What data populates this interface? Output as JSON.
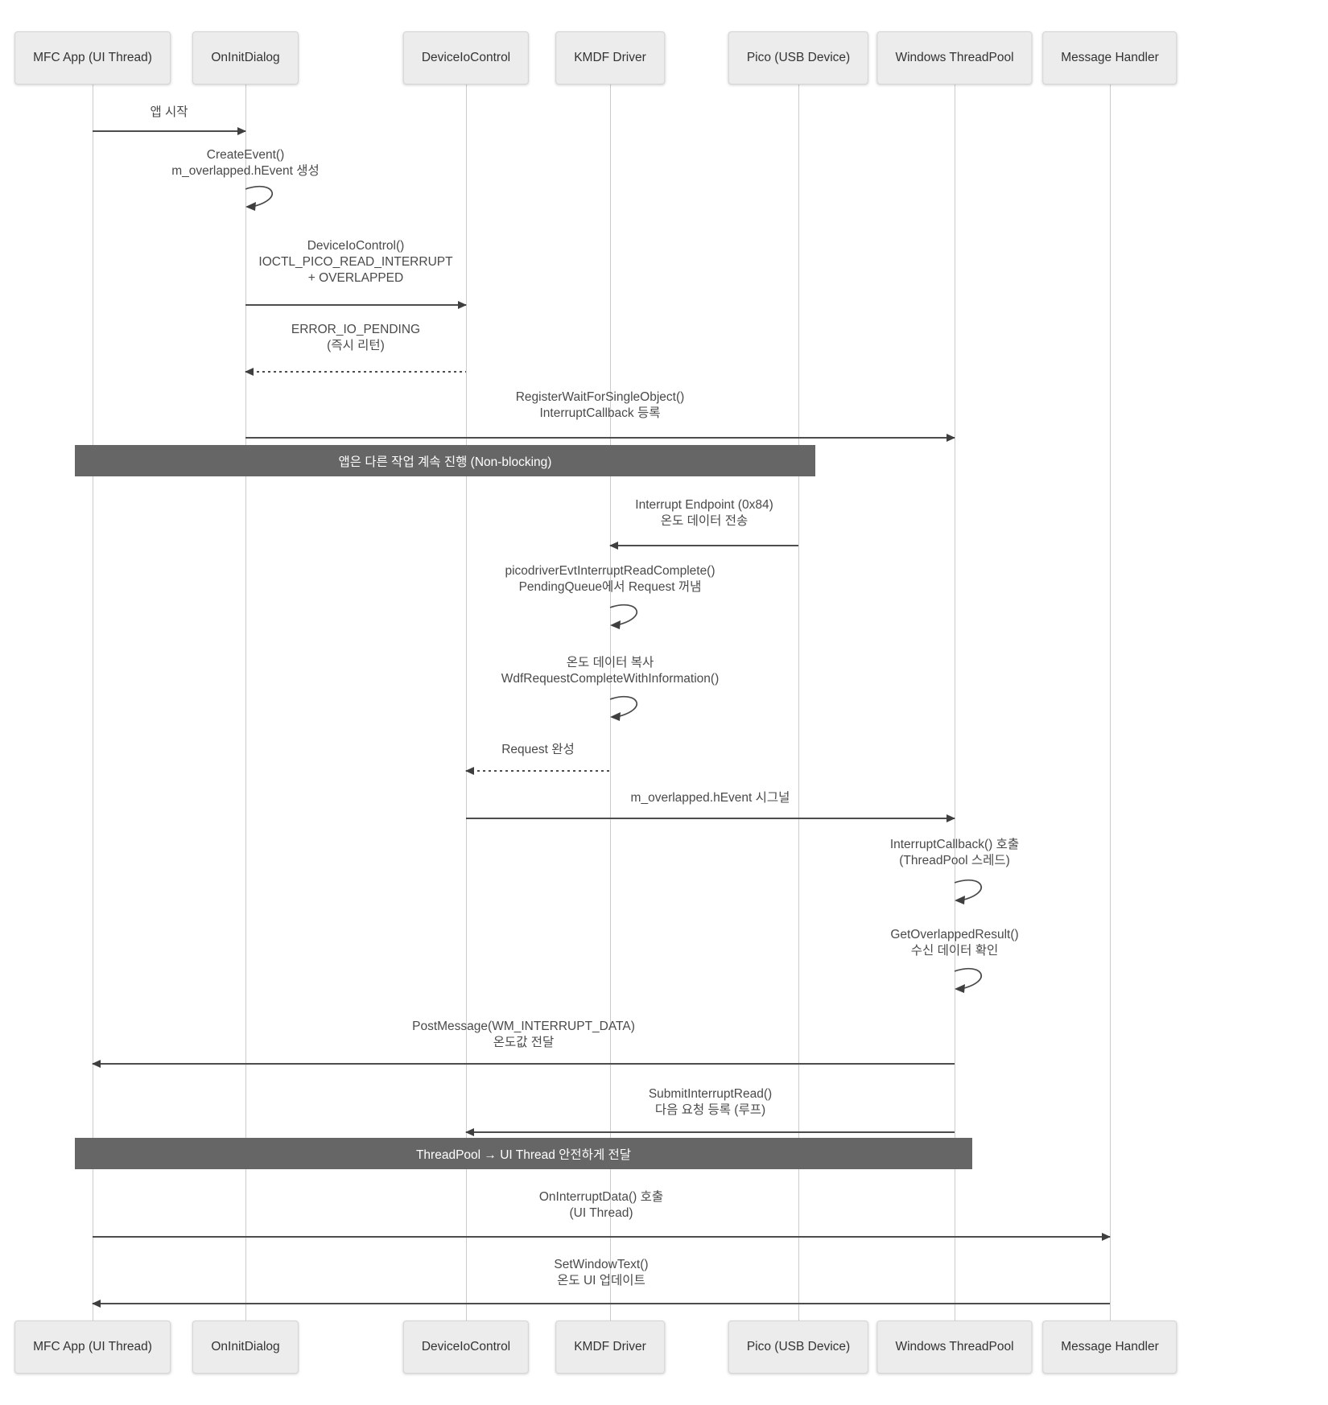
{
  "diagram_type": "sequence-diagram",
  "colors": {
    "background": "#ffffff",
    "participant_box_bg": "#ececec",
    "participant_box_border": "#d5d5d5",
    "lifeline": "#cccccc",
    "arrow": "#4d4d4d",
    "message_text": "#4a4a4a",
    "band_bg": "#666666",
    "band_text": "#ffffff"
  },
  "participants": [
    {
      "label": "MFC App (UI Thread)"
    },
    {
      "label": "OnInitDialog"
    },
    {
      "label": "DeviceIoControl"
    },
    {
      "label": "KMDF Driver"
    },
    {
      "label": "Pico (USB Device)"
    },
    {
      "label": "Windows ThreadPool"
    },
    {
      "label": "Message Handler"
    }
  ],
  "bands": [
    {
      "label": "앱은 다른 작업 계속 진행 (Non-blocking)"
    },
    {
      "label": "ThreadPool → UI Thread 안전하게 전달"
    }
  ],
  "messages": {
    "m1": {
      "from": "MFC App (UI Thread)",
      "to": "OnInitDialog",
      "style": "solid",
      "line1": "앱 시작"
    },
    "s1": {
      "from": "OnInitDialog",
      "to": "OnInitDialog",
      "style": "self",
      "line1": "CreateEvent()",
      "line2": "m_overlapped.hEvent 생성"
    },
    "m2": {
      "from": "OnInitDialog",
      "to": "DeviceIoControl",
      "style": "solid",
      "line1": "DeviceIoControl()",
      "line2": "IOCTL_PICO_READ_INTERRUPT",
      "line3": "+ OVERLAPPED"
    },
    "m3": {
      "from": "DeviceIoControl",
      "to": "OnInitDialog",
      "style": "dashed",
      "line1": "ERROR_IO_PENDING",
      "line2": "(즉시 리턴)"
    },
    "m4": {
      "from": "OnInitDialog",
      "to": "Windows ThreadPool",
      "style": "solid",
      "line1": "RegisterWaitForSingleObject()",
      "line2": "InterruptCallback 등록"
    },
    "m5": {
      "from": "Pico (USB Device)",
      "to": "KMDF Driver",
      "style": "solid",
      "line1": "Interrupt Endpoint (0x84)",
      "line2": "온도 데이터 전송"
    },
    "s2": {
      "from": "KMDF Driver",
      "to": "KMDF Driver",
      "style": "self",
      "line1": "picodriverEvtInterruptReadComplete()",
      "line2": "PendingQueue에서 Request 꺼냄"
    },
    "s3": {
      "from": "KMDF Driver",
      "to": "KMDF Driver",
      "style": "self",
      "line1": "온도 데이터 복사",
      "line2": "WdfRequestCompleteWithInformation()"
    },
    "m6": {
      "from": "KMDF Driver",
      "to": "DeviceIoControl",
      "style": "dashed",
      "line1": "Request 완성"
    },
    "m7": {
      "from": "DeviceIoControl",
      "to": "Windows ThreadPool",
      "style": "solid",
      "line1": "m_overlapped.hEvent 시그널"
    },
    "s4": {
      "from": "Windows ThreadPool",
      "to": "Windows ThreadPool",
      "style": "self",
      "line1": "InterruptCallback() 호출",
      "line2": "(ThreadPool 스레드)"
    },
    "s5": {
      "from": "Windows ThreadPool",
      "to": "Windows ThreadPool",
      "style": "self",
      "line1": "GetOverlappedResult()",
      "line2": "수신 데이터 확인"
    },
    "m8": {
      "from": "Windows ThreadPool",
      "to": "MFC App (UI Thread)",
      "style": "solid",
      "line1": "PostMessage(WM_INTERRUPT_DATA)",
      "line2": "온도값 전달"
    },
    "m9": {
      "from": "Windows ThreadPool",
      "to": "DeviceIoControl",
      "style": "solid",
      "line1": "SubmitInterruptRead()",
      "line2": "다음 요청 등록 (루프)"
    },
    "m10": {
      "from": "MFC App (UI Thread)",
      "to": "Message Handler",
      "style": "solid",
      "line1": "OnInterruptData() 호출",
      "line2": "(UI Thread)"
    },
    "m11": {
      "from": "Message Handler",
      "to": "MFC App (UI Thread)",
      "style": "solid",
      "line1": "SetWindowText()",
      "line2": "온도 UI 업데이트"
    }
  }
}
